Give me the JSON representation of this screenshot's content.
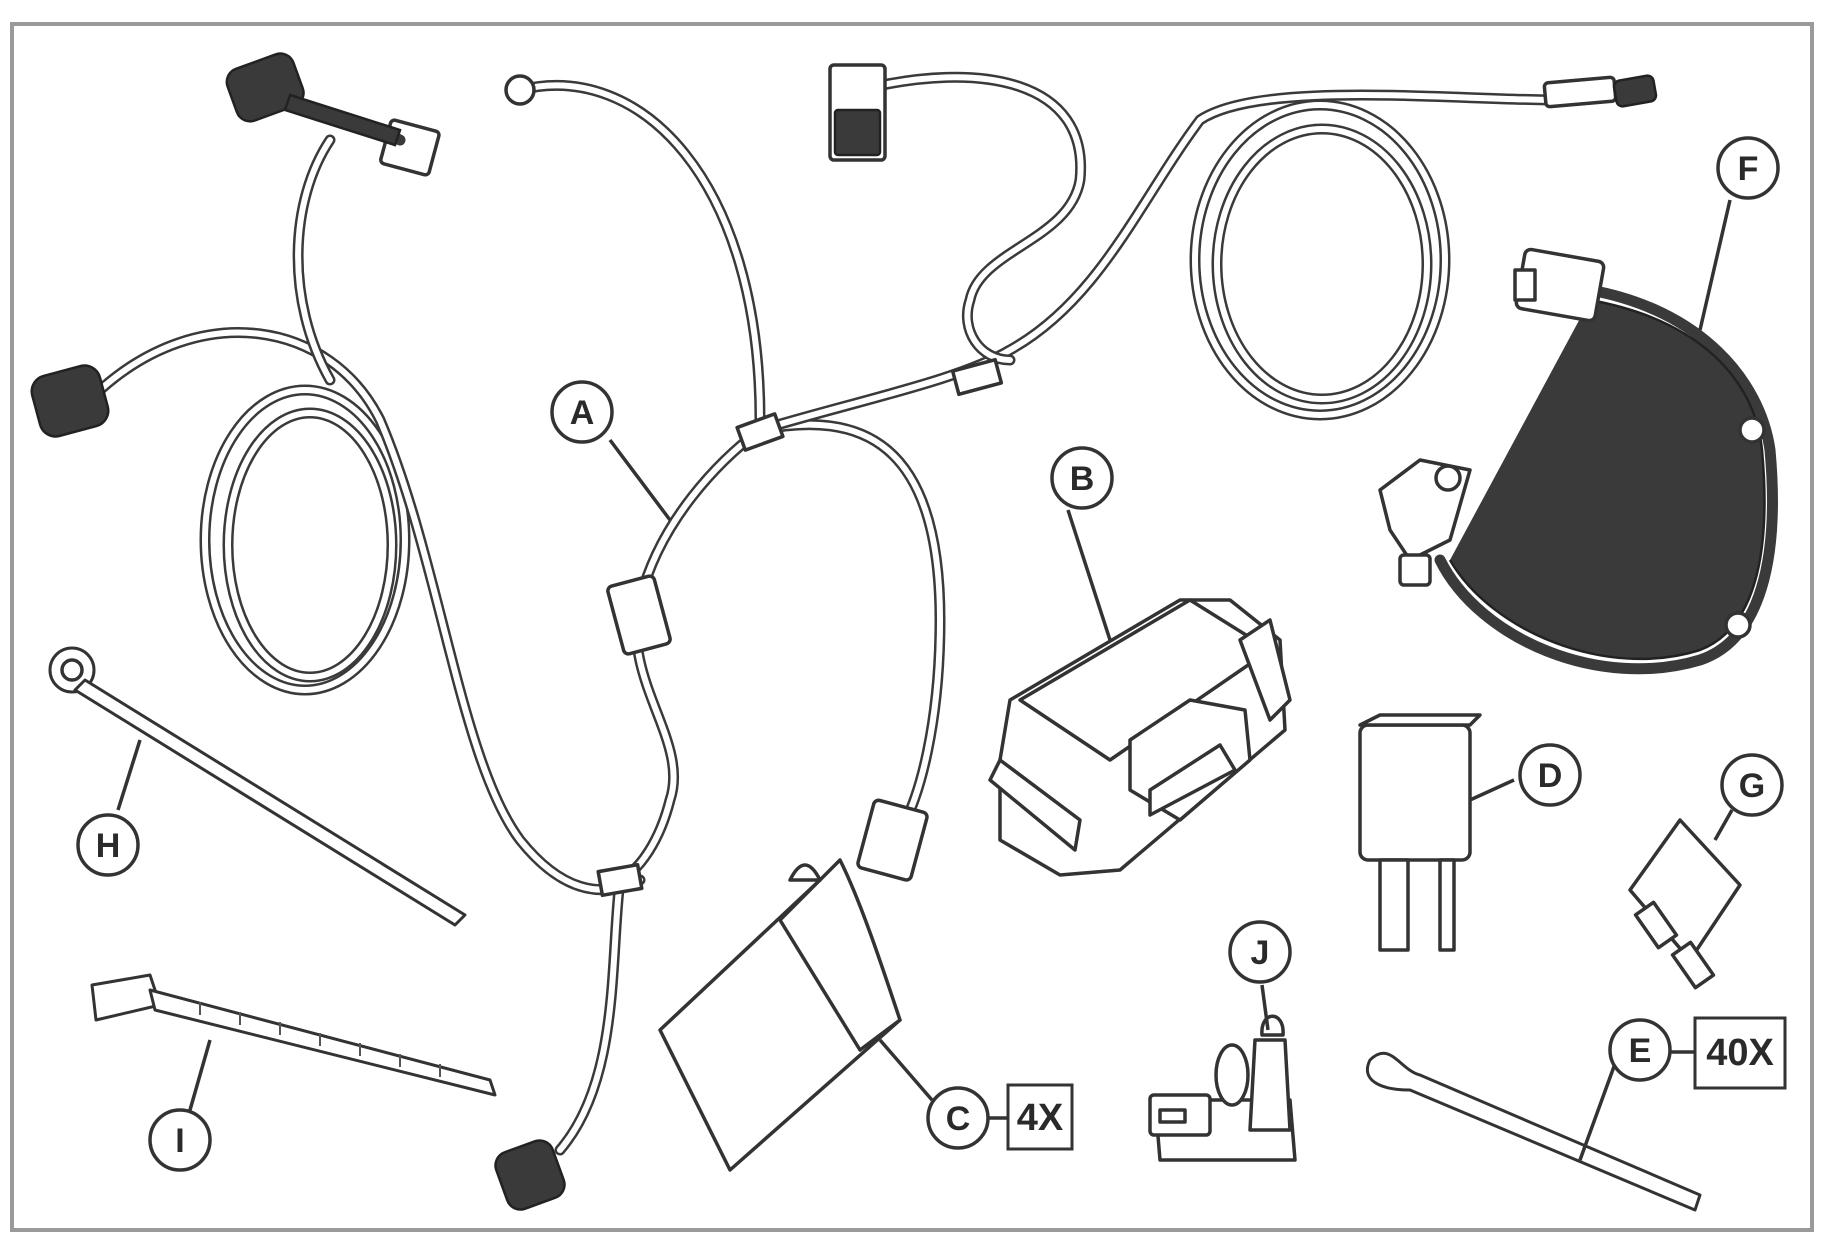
{
  "callouts": {
    "A": {
      "label": "A"
    },
    "B": {
      "label": "B"
    },
    "C": {
      "label": "C",
      "quantity": "4X"
    },
    "D": {
      "label": "D"
    },
    "E": {
      "label": "E",
      "quantity": "40X"
    },
    "F": {
      "label": "F"
    },
    "G": {
      "label": "G"
    },
    "H": {
      "label": "H"
    },
    "I": {
      "label": "I"
    },
    "J": {
      "label": "J"
    }
  },
  "colors": {
    "line": "#333333",
    "frame": "#9a9a9a",
    "background": "#ffffff"
  }
}
